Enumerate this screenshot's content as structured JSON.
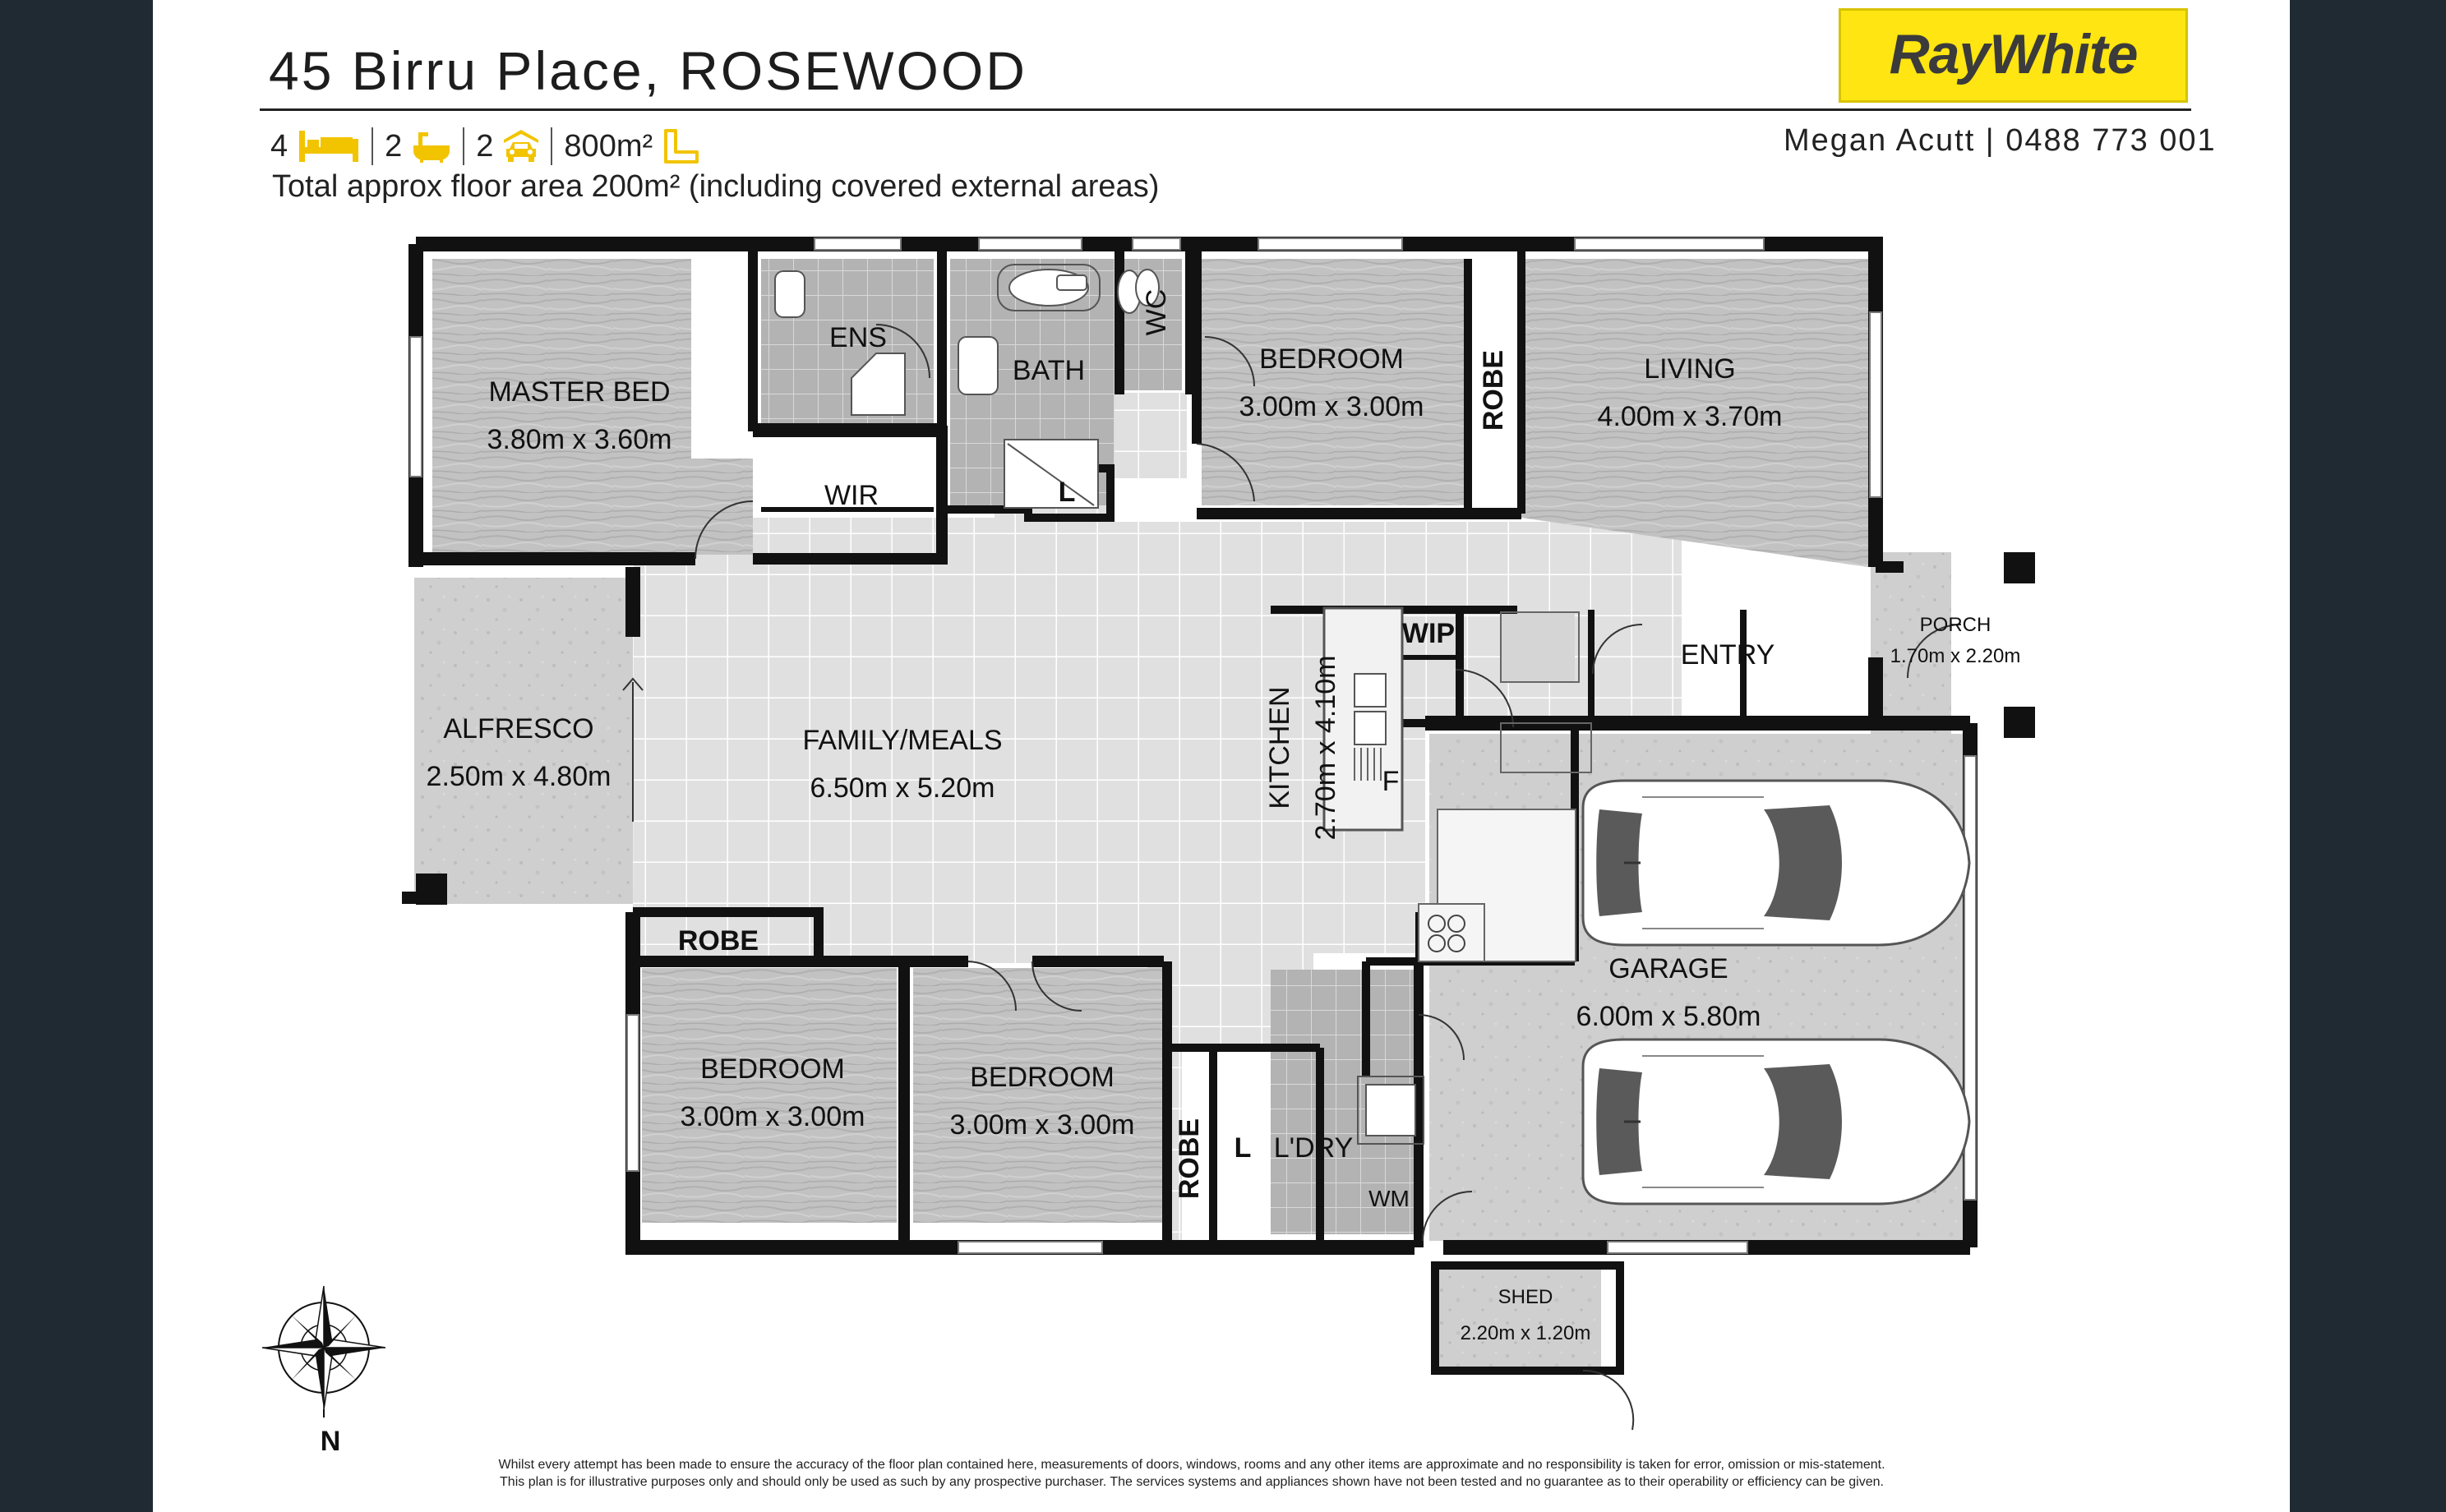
{
  "header": {
    "title": "45 Birru Place, ROSEWOOD",
    "bedrooms": "4",
    "bathrooms": "2",
    "car_spaces": "2",
    "land_area": "800m²",
    "floor_area_note": "Total approx floor area 200m² (including covered external areas)",
    "agent_contact": "Megan Acutt | 0488 773 001"
  },
  "brand": {
    "logo_text": "RayWhite",
    "logo_color": "#ffe511",
    "icon_color": "#f2c400"
  },
  "icons": [
    "bed-icon",
    "bath-icon",
    "car-icon",
    "land-icon",
    "compass-icon"
  ],
  "rooms": {
    "master_bed": {
      "name": "MASTER BED",
      "size": "3.80m x 3.60m"
    },
    "ensuite": {
      "name": "ENS"
    },
    "bath": {
      "name": "BATH"
    },
    "wc": {
      "name": "WC"
    },
    "bedroom_2": {
      "name": "BEDROOM",
      "size": "3.00m x 3.00m"
    },
    "robe_2": {
      "name": "ROBE"
    },
    "living": {
      "name": "LIVING",
      "size": "4.00m x 3.70m"
    },
    "wir": {
      "name": "WIR"
    },
    "linen_1": {
      "name": "L"
    },
    "porch": {
      "name": "PORCH",
      "size": "1.70m x 2.20m"
    },
    "wip": {
      "name": "WIP"
    },
    "entry": {
      "name": "ENTRY"
    },
    "alfresco": {
      "name": "ALFRESCO",
      "size": "2.50m x 4.80m"
    },
    "family_meals": {
      "name": "FAMILY/MEALS",
      "size": "6.50m x 5.20m"
    },
    "kitchen": {
      "name": "KITCHEN",
      "size": "2.70m x 4.10m"
    },
    "fridge": {
      "name": "F"
    },
    "garage": {
      "name": "GARAGE",
      "size": "6.00m x 5.80m"
    },
    "robe_3": {
      "name": "ROBE"
    },
    "bedroom_3": {
      "name": "BEDROOM",
      "size": "3.00m x 3.00m"
    },
    "bedroom_4": {
      "name": "BEDROOM",
      "size": "3.00m x 3.00m"
    },
    "robe_4": {
      "name": "ROBE"
    },
    "linen_2": {
      "name": "L"
    },
    "laundry": {
      "name": "L'DRY"
    },
    "washing_machine": {
      "name": "WM"
    },
    "shed": {
      "name": "SHED",
      "size": "2.20m x 1.20m"
    }
  },
  "compass": {
    "label": "N"
  },
  "disclaimer": {
    "line1": "Whilst every attempt has been made to ensure the accuracy of the floor plan contained here, measurements of doors, windows, rooms and any other items are approximate and no responsibility is taken for error, omission or mis-statement.",
    "line2": "This plan is for illustrative purposes only and should only be used as such by any prospective purchaser. The services systems and appliances shown have not been tested and no guarantee as to their operability or efficiency can be given."
  }
}
